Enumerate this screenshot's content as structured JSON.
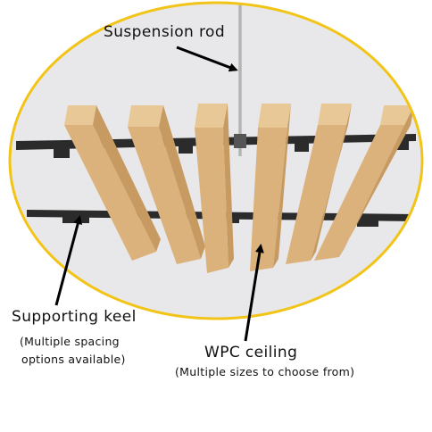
{
  "labels": {
    "suspension_rod": "Suspension rod",
    "supporting_keel": "Supporting keel",
    "keel_note_line1": "(Multiple spacing",
    "keel_note_line2": "options available)",
    "wpc_ceiling": "WPC ceiling",
    "wpc_note": "(Multiple sizes to choose from)"
  },
  "colors": {
    "ellipse_border": "#f2c418",
    "background": "#e8e8ea",
    "slat_face": "#dcb27c",
    "slat_shade": "#c79a62",
    "slat_top": "#e9c898",
    "keel": "#2b2b2b",
    "arrow": "#000000"
  }
}
